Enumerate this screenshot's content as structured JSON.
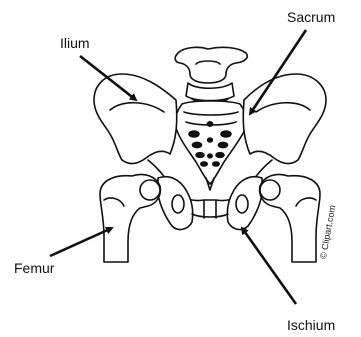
{
  "labels": {
    "ilium": "Ilium",
    "sacrum": "Sacrum",
    "femur": "Femur",
    "ischium": "Ischium"
  },
  "watermark": "© Clipart.com",
  "colors": {
    "ink": "#111111",
    "background": "#ffffff"
  }
}
